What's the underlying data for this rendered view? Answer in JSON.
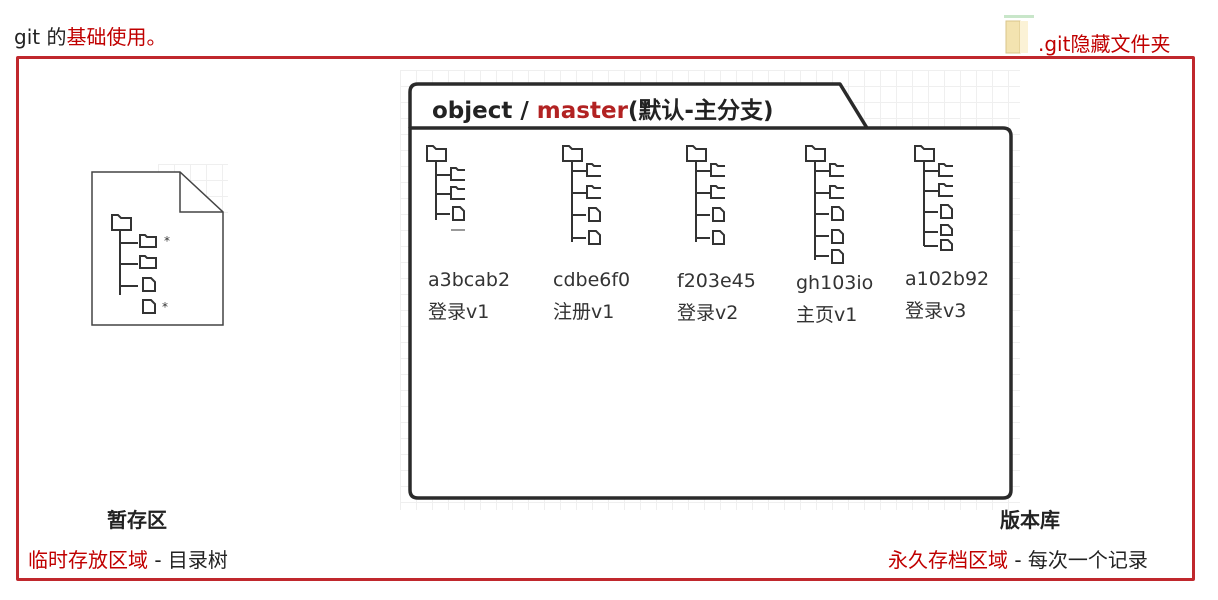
{
  "title": {
    "prefix": "git 的",
    "highlight": "基础使用。"
  },
  "git_folder_label": ".git隐藏文件夹",
  "repo_tab": {
    "prefix": "object / ",
    "branch": "master",
    "suffix": "(默认-主分支)"
  },
  "commits": [
    {
      "id": "a3bcab2",
      "msg": "登录v1"
    },
    {
      "id": "cdbe6f0",
      "msg": "注册v1"
    },
    {
      "id": "f203e45",
      "msg": "登录v2"
    },
    {
      "id": "gh103io",
      "msg": "主页v1"
    },
    {
      "id": "a102b92",
      "msg": "登录v3"
    }
  ],
  "stage_markers": [
    "*",
    "*"
  ],
  "label_stage": "暂存区",
  "label_repo": "版本库",
  "note_stage": {
    "highlight": "临时存放区域",
    "rest": " - 目录树"
  },
  "note_repo": {
    "highlight": "永久存档区域",
    "rest": " - 每次一个记录"
  },
  "colors": {
    "accent_red": "#c00000",
    "frame_red": "#c0282d"
  }
}
